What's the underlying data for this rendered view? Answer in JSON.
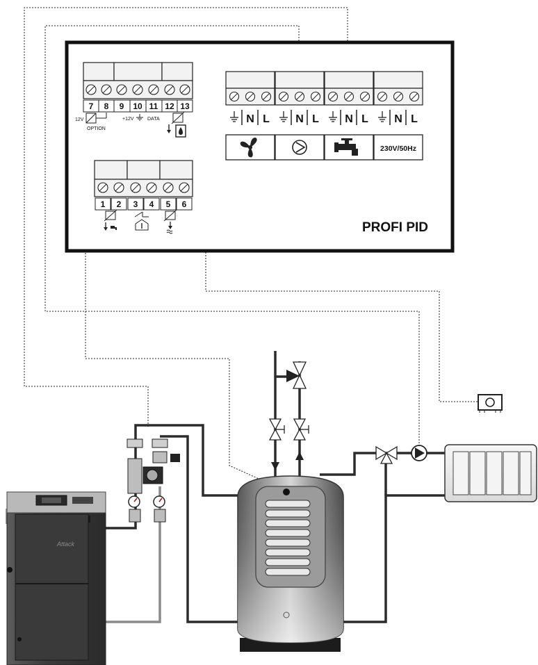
{
  "controller": {
    "title": "PROFI PID",
    "labels": {
      "v12": "12V",
      "option": "OPTION",
      "plus12v": "+12V",
      "data": "DATA",
      "mains": "230V/50Hz"
    },
    "top_left_terminals": [
      "7",
      "8",
      "9",
      "10",
      "11",
      "12",
      "13"
    ],
    "bottom_terminals": [
      "1",
      "2",
      "3",
      "4",
      "5",
      "6"
    ],
    "power_terminal_labels": [
      "N",
      "L"
    ],
    "power_outputs": [
      "fan-icon",
      "pump-icon",
      "tap-icon",
      "230V/50Hz"
    ]
  },
  "boiler": {
    "brand": "Attack"
  },
  "colors": {
    "line": "#111111",
    "pipe": "#2b2b2b",
    "return_pipe": "#8a8a8a",
    "tank_dark": "#5a5a5a",
    "tank_light": "#e8e8e8"
  }
}
